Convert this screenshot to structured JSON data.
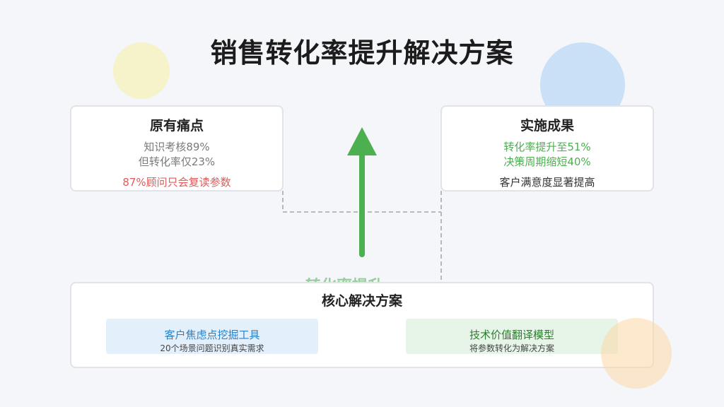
{
  "title": "销售转化率提升解决方案",
  "pain_card": {
    "title": "原有痛点",
    "line1": "知识考核89%",
    "line2": "但转化率仅23%",
    "highlight": "87%顾问只会复读参数"
  },
  "result_card": {
    "title": "实施成果",
    "line1": "转化率提升至51%",
    "line2": "决策周期缩短40%",
    "line3": "客户满意度显著提高"
  },
  "arrow_label": "转化率提升",
  "core": {
    "title": "核心解决方案",
    "tool1": {
      "name": "客户焦虑点挖掘工具",
      "desc": "20个场景问题识别真实需求"
    },
    "tool2": {
      "name": "技术价值翻译模型",
      "desc": "将参数转化为解决方案"
    }
  },
  "colors": {
    "accent_green": "#4caf50",
    "alert_red": "#e05a5a",
    "tool1_blue": "#2b7fc4",
    "tool2_green": "#2f7d32"
  }
}
